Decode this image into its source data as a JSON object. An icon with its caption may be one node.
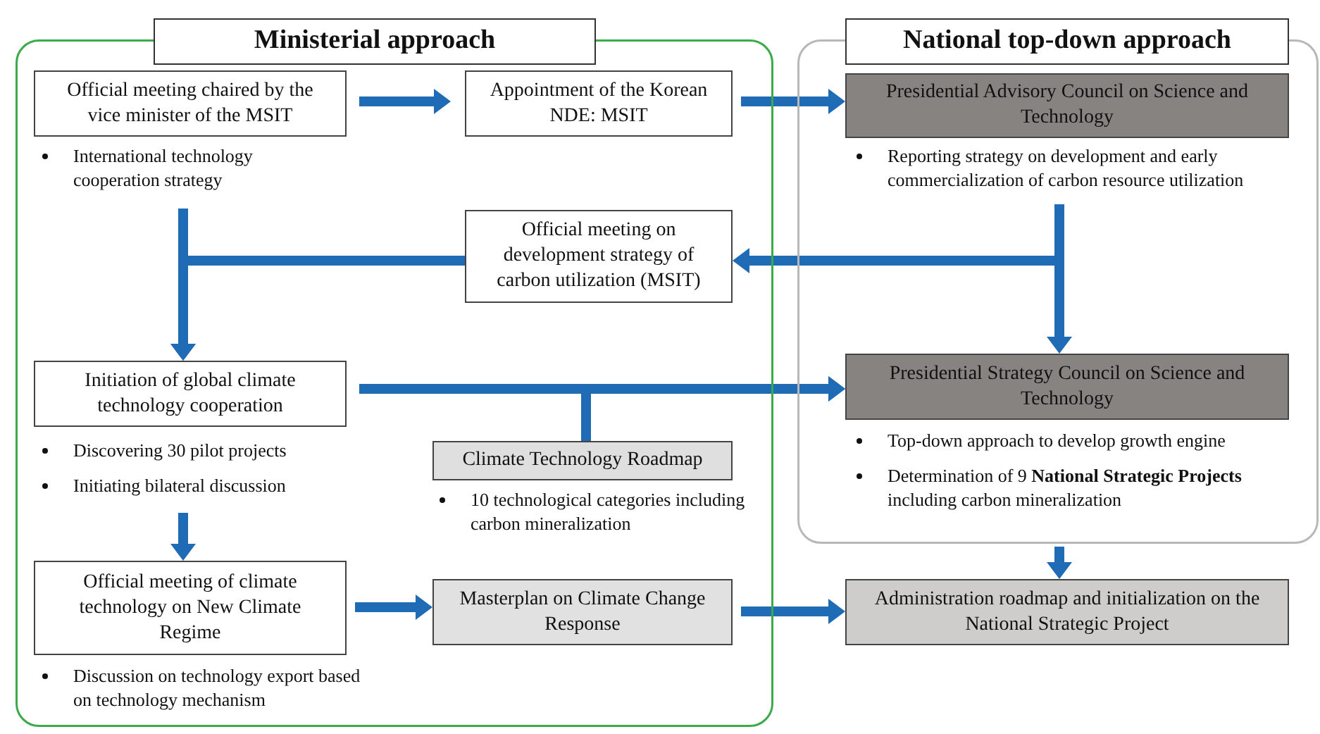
{
  "diagram": {
    "nodes": [
      {
        "text": [
          "Ministerial approach"
        ]
      },
      {
        "text": [
          "National top-down approach"
        ]
      },
      {
        "text": [
          "Official meeting chaired by the vice minister of the MSIT"
        ],
        "in": 0,
        "beside": [
          "International technology cooperation strategy"
        ]
      },
      {
        "text": [
          "Appointment of the Korean NDE: MSIT"
        ],
        "in": 0
      },
      {
        "text": [
          "Presidential Advisory Council on Science and Technology"
        ],
        "in": 1,
        "beside": [
          "Reporting strategy on development and early commercialization of carbon resource utilization"
        ]
      },
      {
        "text": [
          "Official meeting on development strategy of carbon utilization (MSIT)"
        ],
        "in": 0
      },
      {
        "text": [
          "Initiation of global climate technology cooperation"
        ],
        "in": 0,
        "beside": [
          "Discovering 30 pilot projects",
          "Initiating bilateral discussion"
        ]
      },
      {
        "text": [
          "Presidential Strategy Council on Science and Technology"
        ],
        "in": 1,
        "beside": [
          "Top-down approach to develop growth engine",
          "Determination of 9 **National Strategic Projects** including carbon mineralization"
        ]
      },
      {
        "text": [
          "Climate Technology Roadmap"
        ],
        "in": 0,
        "beside": [
          "10 technological categories including carbon mineralization"
        ]
      },
      {
        "text": [
          "Official meeting of climate technology on New Climate Regime"
        ],
        "in": 0,
        "beside": [
          "Discussion on technology export based on technology mechanism"
        ]
      },
      {
        "text": [
          "Masterplan on Climate Change Response"
        ],
        "in": 0
      },
      {
        "text": [
          "Administration roadmap and initialization on the National Strategic Project"
        ]
      }
    ],
    "edges": [
      {
        "from": 2,
        "to": 3,
        "arrow": "to"
      },
      {
        "from": 3,
        "to": 4,
        "arrow": "to"
      },
      {
        "from": 4,
        "to": 7,
        "arrow": "to"
      },
      {
        "from": 4,
        "to": 5,
        "arrow": "to"
      },
      {
        "from": 2,
        "to": 6,
        "arrow": "to"
      },
      {
        "from": 5,
        "to": 6,
        "arrow": "to"
      },
      {
        "from": 6,
        "to": 7,
        "arrow": "to"
      },
      {
        "from": 8,
        "to": 7,
        "arrow": "to"
      },
      {
        "from": 6,
        "to": 9,
        "arrow": "to"
      },
      {
        "from": 9,
        "to": 10,
        "arrow": "to"
      },
      {
        "from": 10,
        "to": 11,
        "arrow": "to"
      },
      {
        "from": 1,
        "to": 11,
        "arrow": "to"
      }
    ]
  }
}
